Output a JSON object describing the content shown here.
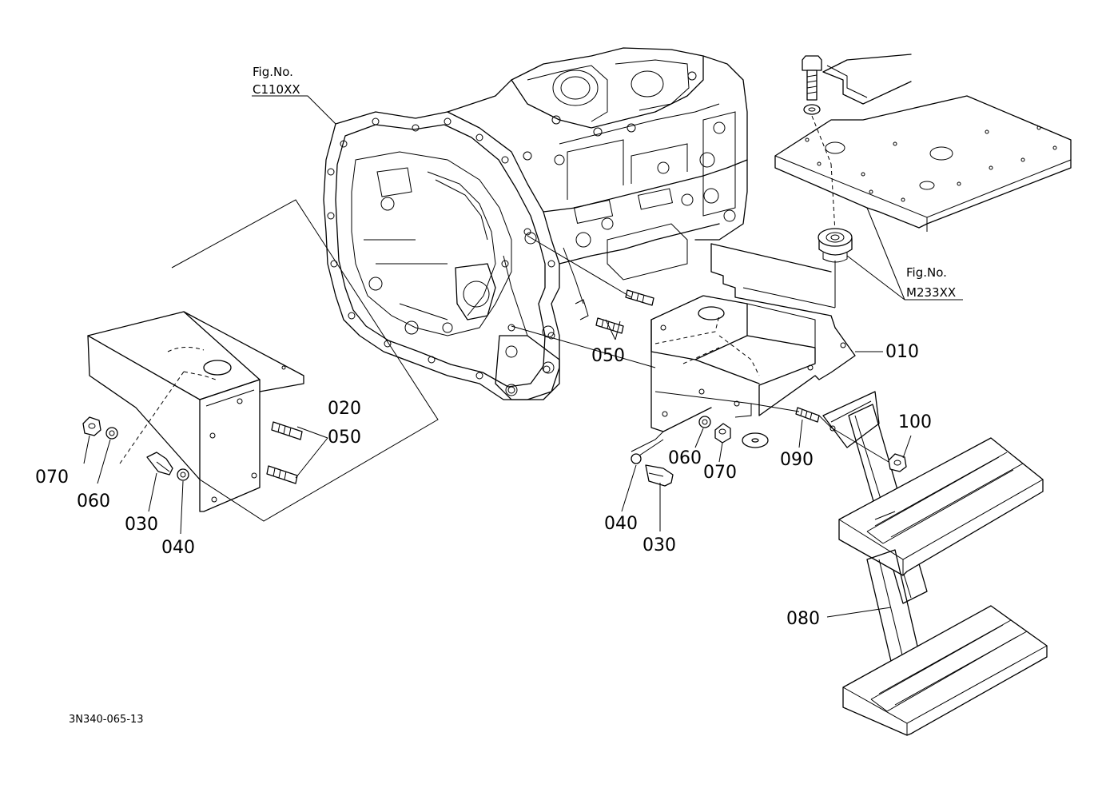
{
  "references": {
    "transmission": {
      "line1": "Fig.No.",
      "line2": "C110XX"
    },
    "platform": {
      "line1": "Fig.No.",
      "line2": "M233XX"
    }
  },
  "callouts": {
    "p010": "010",
    "p020": "020",
    "p050_left": "050",
    "p050_center": "050",
    "p070_left": "070",
    "p060_left": "060",
    "p030_left": "030",
    "p040_left": "040",
    "p060_right": "060",
    "p070_right": "070",
    "p090": "090",
    "p040_right": "040",
    "p030_right": "030",
    "p100": "100",
    "p080": "080"
  },
  "drawing_code": "3N340-065-13"
}
